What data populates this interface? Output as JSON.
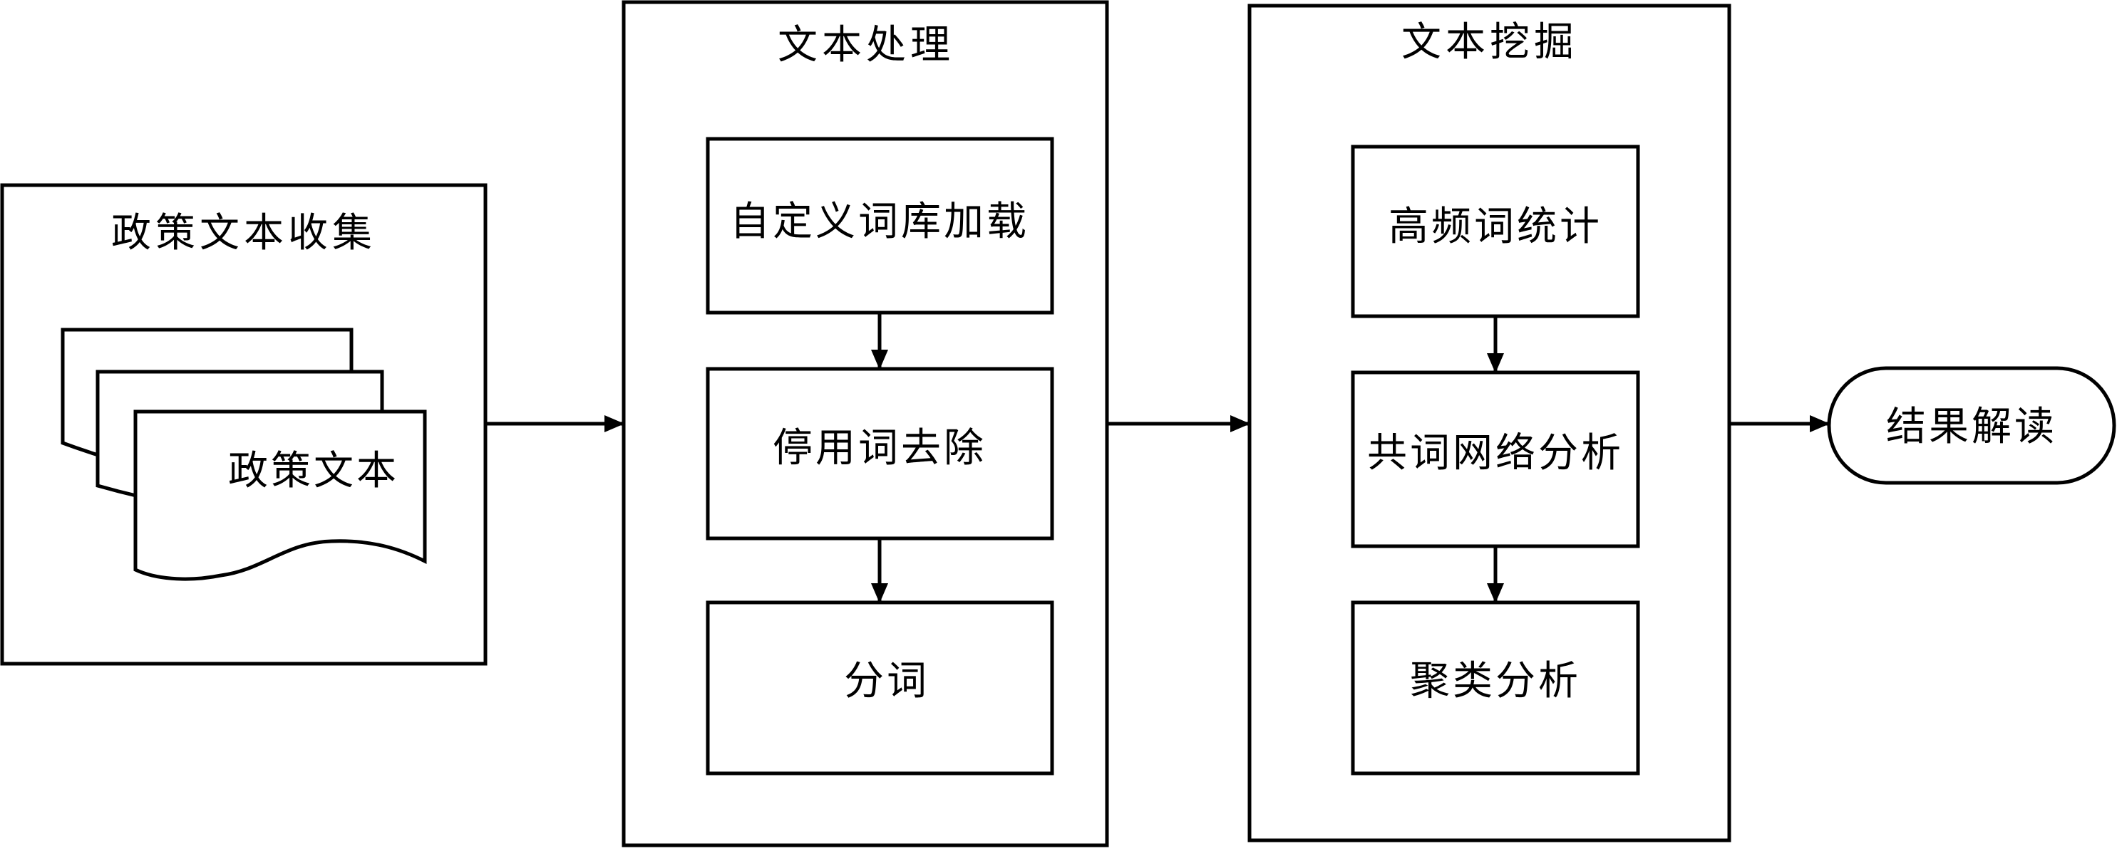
{
  "stages": {
    "collection": {
      "title": "政策文本收集",
      "document_label": "政策文本"
    },
    "processing": {
      "title": "文本处理",
      "steps": [
        "自定义词库加载",
        "停用词去除",
        "分词"
      ]
    },
    "mining": {
      "title": "文本挖掘",
      "steps": [
        "高频词统计",
        "共词网络分析",
        "聚类分析"
      ]
    },
    "result": {
      "label": "结果解读"
    }
  }
}
